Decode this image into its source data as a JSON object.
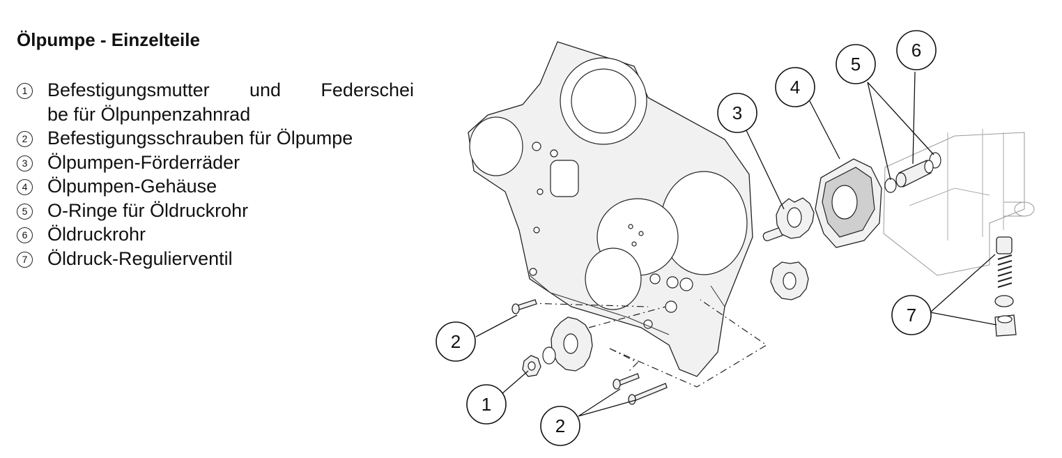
{
  "title": "Ölpumpe - Einzelteile",
  "legend": [
    {
      "num": "1",
      "text": "Befestigungsmutter und Federschei",
      "text_cont": "be für Ölpunpenzahnrad"
    },
    {
      "num": "2",
      "text": "Befestigungsschrauben für Ölpumpe"
    },
    {
      "num": "3",
      "text": "Ölpumpen-Förderräder"
    },
    {
      "num": "4",
      "text": "Ölpumpen-Gehäuse"
    },
    {
      "num": "5",
      "text": "O-Ringe für Öldruckrohr"
    },
    {
      "num": "6",
      "text": "Öldruckrohr"
    },
    {
      "num": "7",
      "text": "Öldruck-Regulierventil"
    }
  ],
  "callouts": {
    "c1": "1",
    "c2a": "2",
    "c2b": "2",
    "c3": "3",
    "c4": "4",
    "c5": "5",
    "c6": "6",
    "c7": "7"
  }
}
